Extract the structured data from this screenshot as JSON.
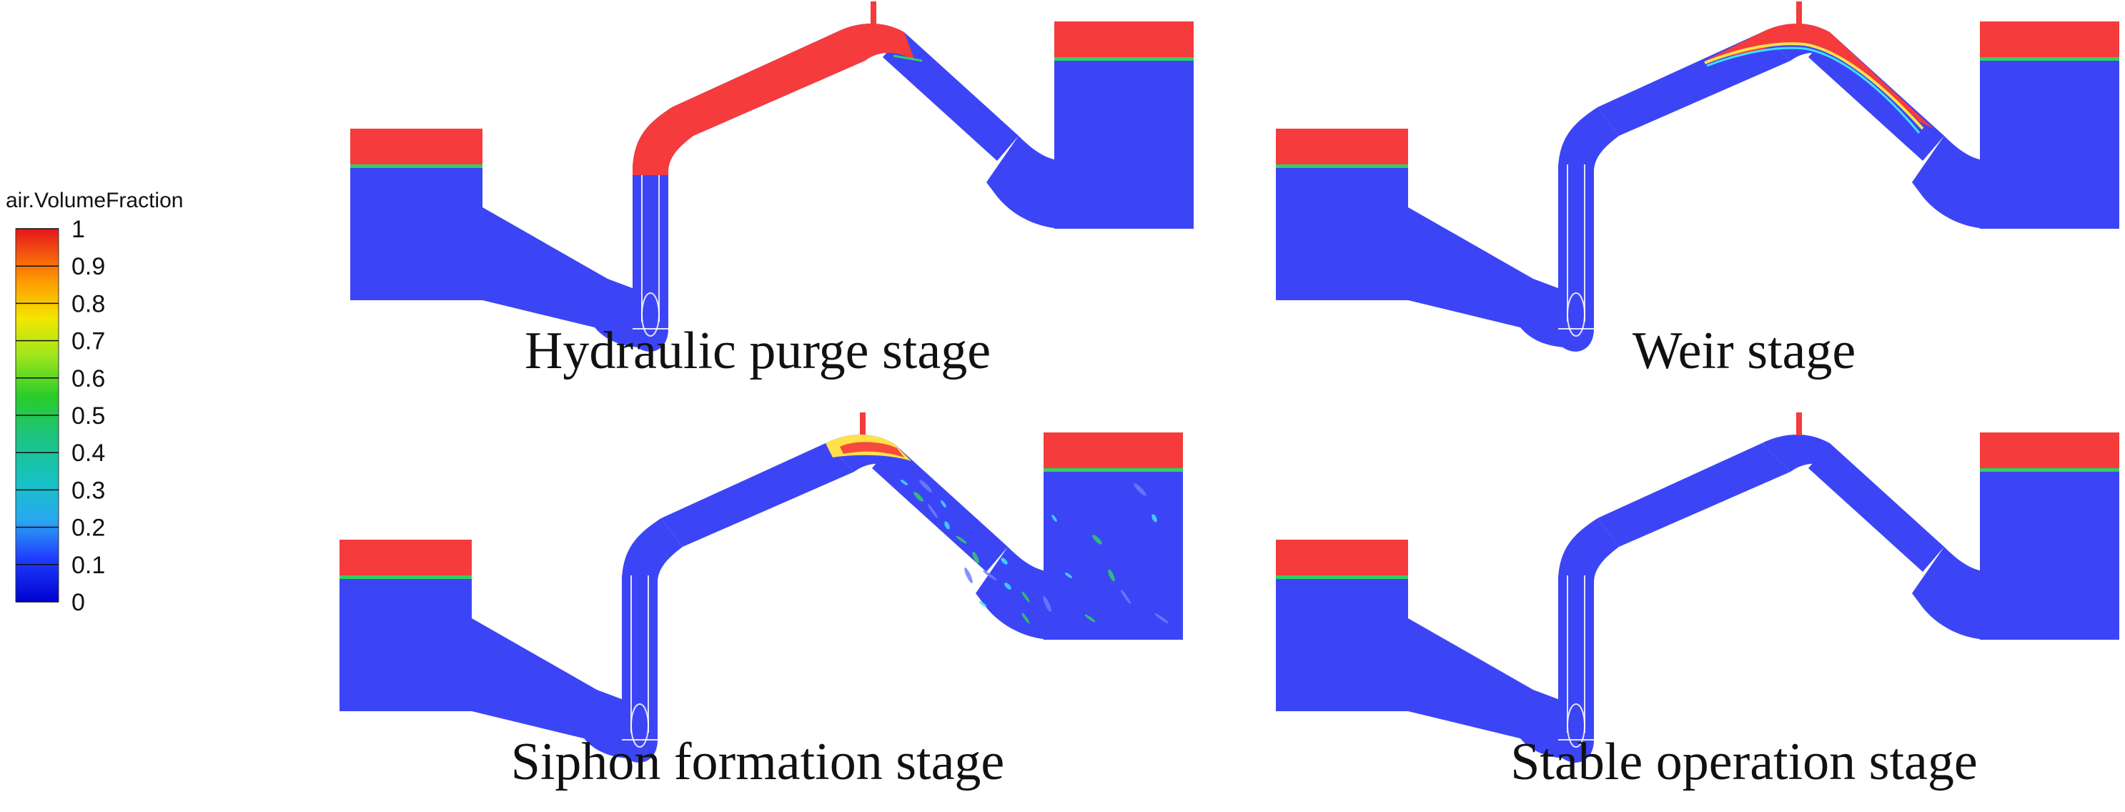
{
  "legend": {
    "title": "air.VolumeFraction",
    "ticks": [
      "1",
      "0.9",
      "0.8",
      "0.7",
      "0.6",
      "0.5",
      "0.4",
      "0.3",
      "0.2",
      "0.1",
      "0"
    ],
    "colors": [
      "#e8151c",
      "#ff5a00",
      "#ff9a00",
      "#f4e600",
      "#9ee61c",
      "#29cc29",
      "#1ec47a",
      "#16c2c6",
      "#2aa8f0",
      "#2040ff",
      "#0000d0"
    ]
  },
  "colors": {
    "water": "#3c45f5",
    "air": "#f53b3b",
    "interface_green": "#30d060",
    "interface_yellow": "#ffe14a",
    "interface_cyan": "#3fe0ff"
  },
  "panels": [
    {
      "caption": "Hydraulic purge stage",
      "state": "purge"
    },
    {
      "caption": "Weir stage",
      "state": "weir"
    },
    {
      "caption": "Siphon formation stage",
      "state": "formation"
    },
    {
      "caption": "Stable operation stage",
      "state": "stable"
    }
  ]
}
